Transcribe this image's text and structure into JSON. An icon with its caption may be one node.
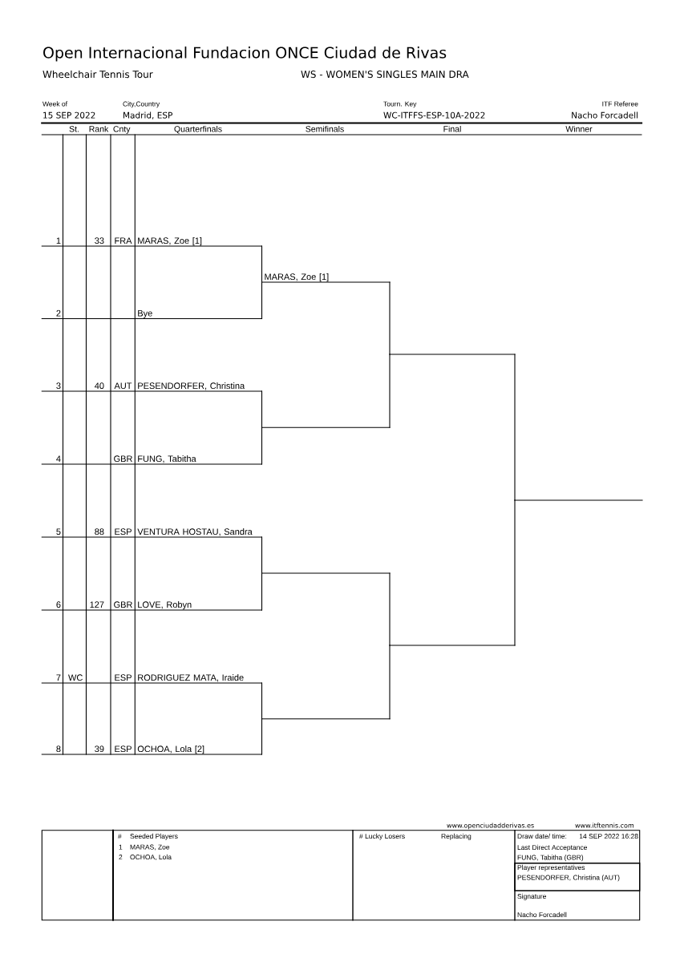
{
  "diagram": {
    "title": "Open Internacional Fundacion ONCE Ciudad de Rivas",
    "nodes": [
      {
        "text": [
          "MARAS, Zoe [1]"
        ]
      },
      {
        "text": [
          "Bye"
        ]
      },
      {
        "text": [
          "PESENDORFER, Christina"
        ]
      },
      {
        "text": [
          "FUNG, Tabitha"
        ]
      },
      {
        "text": [
          "VENTURA HOSTAU, Sandra"
        ]
      },
      {
        "text": [
          "LOVE, Robyn"
        ]
      },
      {
        "text": [
          "RODRIGUEZ MATA, Iraide"
        ]
      },
      {
        "text": [
          "OCHOA, Lola [2]"
        ]
      },
      {
        "text": [
          "MARAS, Zoe [1]"
        ]
      },
      {
        "text": [],
        "shape": "line"
      },
      {
        "text": [],
        "shape": "line"
      },
      {
        "text": [],
        "shape": "line"
      },
      {
        "text": [],
        "shape": "line"
      },
      {
        "text": [],
        "shape": "line"
      },
      {
        "text": [],
        "shape": "line"
      }
    ],
    "edges": [
      {
        "from": 0,
        "to": 8,
        "arrow": "none"
      },
      {
        "from": 1,
        "to": 8,
        "arrow": "none"
      },
      {
        "from": 2,
        "to": 9,
        "arrow": "none"
      },
      {
        "from": 3,
        "to": 9,
        "arrow": "none"
      },
      {
        "from": 4,
        "to": 10,
        "arrow": "none"
      },
      {
        "from": 5,
        "to": 10,
        "arrow": "none"
      },
      {
        "from": 6,
        "to": 11,
        "arrow": "none"
      },
      {
        "from": 7,
        "to": 11,
        "arrow": "none"
      },
      {
        "from": 8,
        "to": 12,
        "arrow": "none"
      },
      {
        "from": 9,
        "to": 12,
        "arrow": "none"
      },
      {
        "from": 10,
        "to": 13,
        "arrow": "none"
      },
      {
        "from": 11,
        "to": 13,
        "arrow": "none"
      },
      {
        "from": 12,
        "to": 14,
        "arrow": "none"
      },
      {
        "from": 13,
        "to": 14,
        "arrow": "none"
      }
    ],
    "labels": [
      "Wheelchair Tennis Tour",
      "WS - WOMEN'S SINGLES MAIN DRA",
      "Week of",
      "15 SEP 2022",
      "City,Country",
      "Madrid, ESP",
      "Tourn. Key",
      "WC-ITFFS-ESP-10A-2022",
      "ITF Referee",
      "Nacho Forcadell",
      "St.",
      "Rank",
      "Cnty",
      "Quarterfinals",
      "Semifinals",
      "Final",
      "Winner",
      "1",
      "33",
      "FRA",
      "2",
      "3",
      "40",
      "AUT",
      "4",
      "GBR",
      "5",
      "88",
      "ESP",
      "6",
      "127",
      "GBR",
      "7",
      "WC",
      "ESP",
      "8",
      "39",
      "ESP",
      "www.openciudadderivas.es",
      "www.itftennis.com",
      "#",
      "Seeded Players",
      "1",
      "MARAS, Zoe",
      "2",
      "OCHOA, Lola",
      "# Lucky Losers",
      "Replacing",
      "Draw date/ time:",
      "14 SEP 2022 16:28",
      "Last Direct Acceptance",
      "FUNG, Tabitha (GBR)",
      "Player representatives",
      "PESENDORFER, Christina (AUT)",
      "Signature",
      "Nacho Forcadell"
    ]
  }
}
